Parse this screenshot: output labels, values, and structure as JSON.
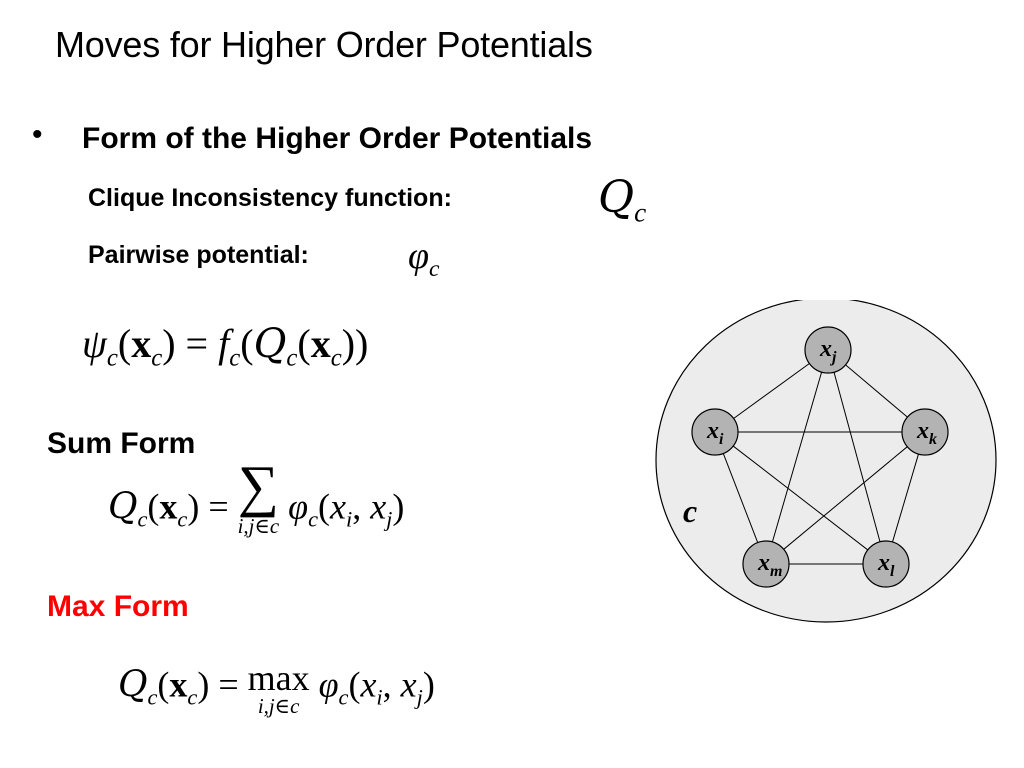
{
  "slide": {
    "title": "Moves for Higher Order Potentials",
    "bullet_marker": "•",
    "bullet_text": "Form of the Higher Order Potentials",
    "clique_label": "Clique Inconsistency function:",
    "pairwise_label": "Pairwise potential:",
    "sum_heading": "Sum Form",
    "max_heading": "Max Form"
  },
  "math": {
    "q_symbol": {
      "base": "Q",
      "sub": "c"
    },
    "phi_symbol": {
      "base": "φ",
      "sub": "c"
    },
    "main_equation": "ψc(xc) = fc(Qc(xc))",
    "sum_equation": "Qc(xc) = ∑ i,j∈c φc(xi, xj)",
    "max_equation": "Qc(xc) = max i,j∈c φc(xi, xj)",
    "sum_operator": "∑",
    "max_operator": "max",
    "operator_range": "i,j∈c"
  },
  "graph": {
    "clique_label": "c",
    "nodes": [
      {
        "id": "j",
        "label": "x",
        "sub": "j"
      },
      {
        "id": "i",
        "label": "x",
        "sub": "i"
      },
      {
        "id": "k",
        "label": "x",
        "sub": "k"
      },
      {
        "id": "m",
        "label": "x",
        "sub": "m"
      },
      {
        "id": "l",
        "label": "x",
        "sub": "l"
      }
    ],
    "edges": [
      [
        "i",
        "j"
      ],
      [
        "j",
        "k"
      ],
      [
        "i",
        "k"
      ],
      [
        "i",
        "m"
      ],
      [
        "i",
        "l"
      ],
      [
        "j",
        "m"
      ],
      [
        "j",
        "l"
      ],
      [
        "k",
        "m"
      ],
      [
        "k",
        "l"
      ],
      [
        "m",
        "l"
      ]
    ],
    "clique_fill": "#ececec",
    "node_fill": "#b3b3b3"
  }
}
